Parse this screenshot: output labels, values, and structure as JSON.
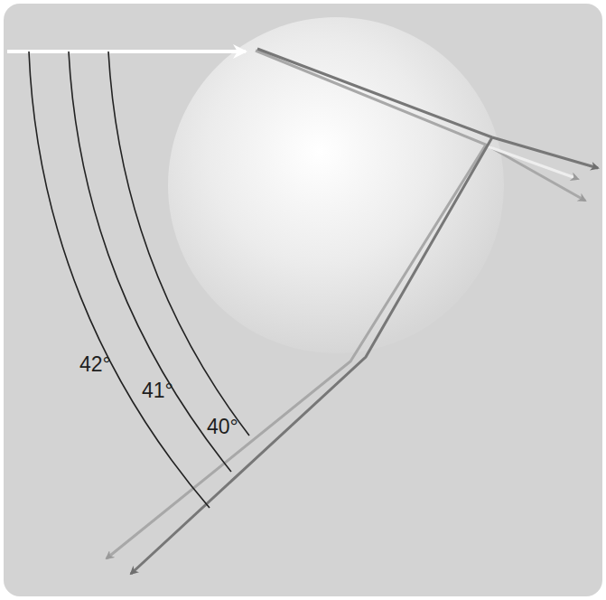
{
  "diagram": {
    "labels": [
      "42°",
      "41°",
      "40°"
    ]
  }
}
